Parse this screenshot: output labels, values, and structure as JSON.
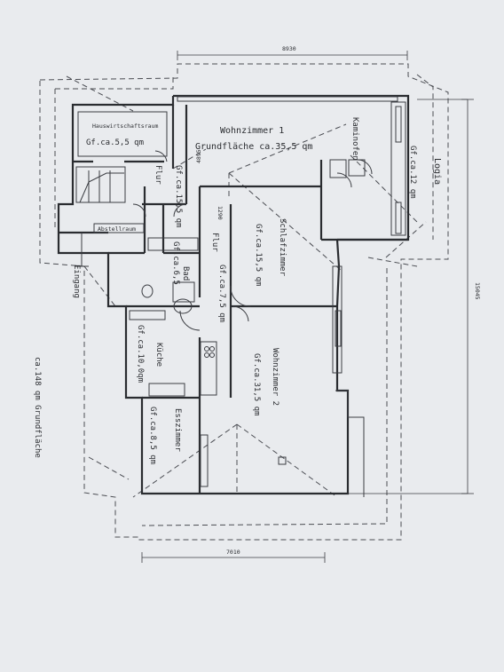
{
  "dimensions": {
    "top": "8930",
    "bottom": "7010",
    "right": "15045",
    "wall_a": "4895",
    "wall_b": "1290"
  },
  "rooms": {
    "wohnzimmer1_name": "Wohnzimmer 1",
    "wohnzimmer1_area": "Grundfläche ca.35,5 qm",
    "hauswirtschaft_name": "Hauswirtschaftsraum",
    "hauswirtschaft_area": "Gf.ca.5,5 qm",
    "flur1_name": "Flur",
    "flur1_area": "Gf.ca.15,5 qm",
    "abstell_name": "Abstellraum",
    "kaminofen": "Kaminofen",
    "logia_name": "Logia",
    "logia_area": "Gf.ca.12 qm",
    "schlaf_name": "Schlafzimmer",
    "schlaf_area": "Gf.ca.15,5 qm",
    "flur2_name": "Flur",
    "flur2_area": "Gf.ca.7,5 qm",
    "bad_area": "Gf.ca.6,5",
    "bad_name": "Bad",
    "eingang": "Eingang",
    "kueche_area": "Gf.ca.10,0qm",
    "kueche_name": "Küche",
    "wohnzimmer2_name": "Wohnzimmer 2",
    "wohnzimmer2_area": "Gf.ca.31,5 qm",
    "ess_name": "Esszimmer",
    "ess_area": "Gf.ca.8,5 qm"
  },
  "total": "ca.148 qm Grundfläche"
}
